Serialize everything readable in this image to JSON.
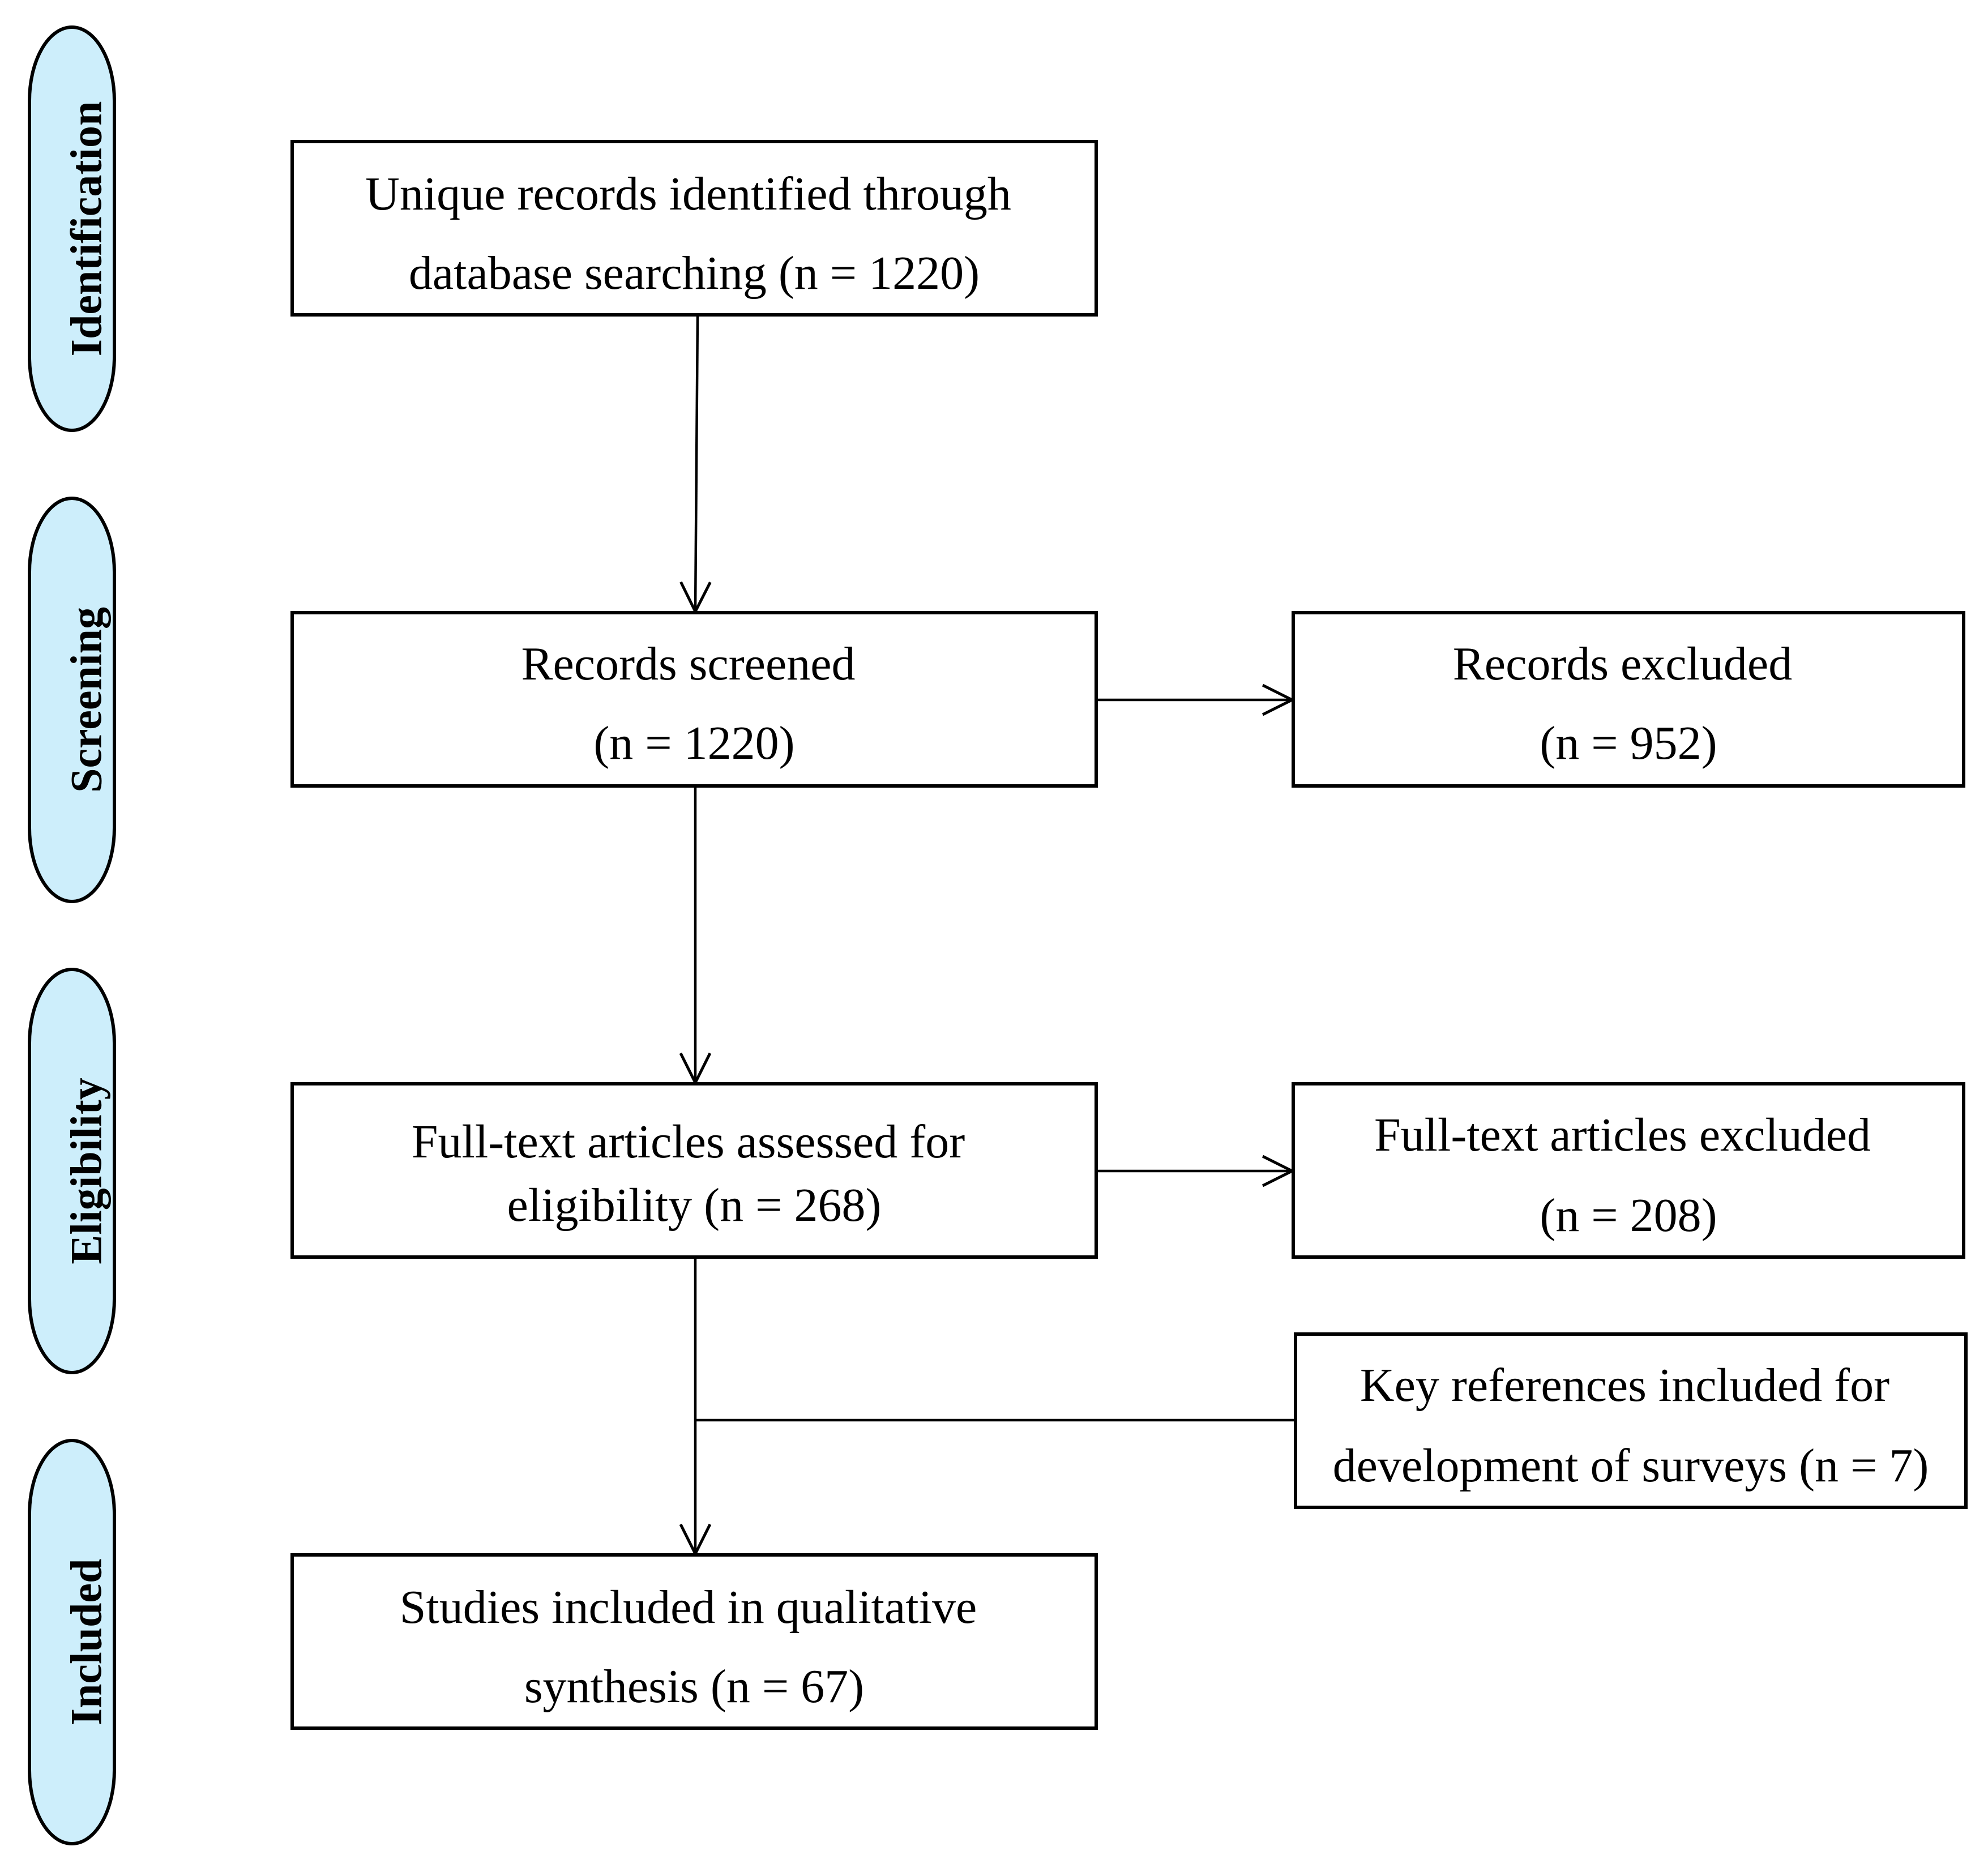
{
  "colors": {
    "phase_fill": "#cdeefb",
    "stroke": "#000000",
    "background": "#ffffff"
  },
  "phases": [
    {
      "id": "identification",
      "label": "Identification"
    },
    {
      "id": "screening",
      "label": "Screening"
    },
    {
      "id": "eligibility",
      "label": "Eligibility"
    },
    {
      "id": "included",
      "label": "Included"
    }
  ],
  "boxes": {
    "identified": {
      "lines": [
        "Unique records identified through",
        "database searching (n = 1220)"
      ]
    },
    "screened": {
      "lines": [
        "Records screened",
        "(n = 1220)"
      ]
    },
    "excluded": {
      "lines": [
        "Records excluded",
        "(n = 952)"
      ]
    },
    "fulltext": {
      "lines": [
        "Full-text articles assessed for",
        "eligibility (n = 268)"
      ]
    },
    "fulltext_excluded": {
      "lines": [
        "Full-text articles excluded",
        "(n = 208)"
      ]
    },
    "key_refs": {
      "lines": [
        "Key references included for",
        "development of surveys (n = 7)"
      ]
    },
    "included": {
      "lines": [
        "Studies included in qualitative",
        "synthesis (n = 67)"
      ]
    }
  }
}
